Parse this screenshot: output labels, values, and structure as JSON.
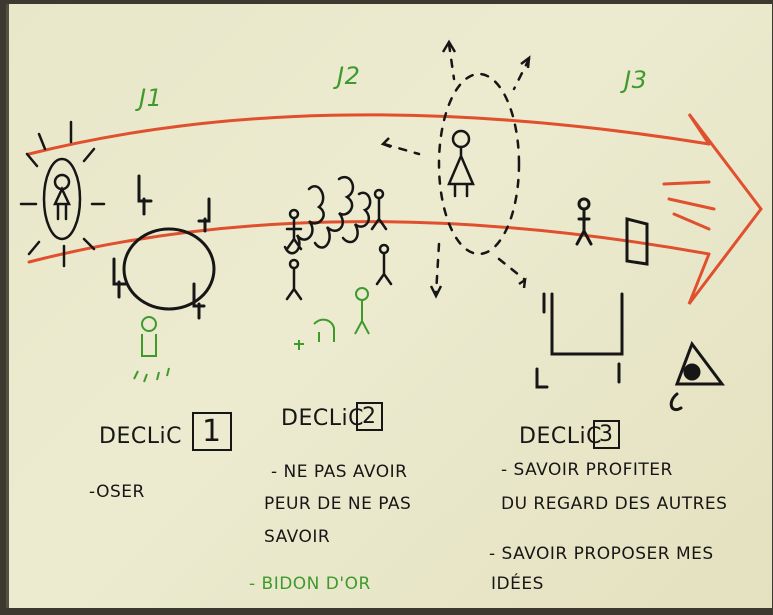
{
  "days": [
    "J1",
    "J2",
    "J3"
  ],
  "declics": [
    {
      "title": "DECLiC",
      "number": "1",
      "bullets": [
        "-OSER"
      ],
      "extra": ""
    },
    {
      "title": "DECLiC",
      "number": "2",
      "bullets": [
        "- NE PAS AVOIR",
        "PEUR DE NE PAS",
        "SAVOIR"
      ],
      "extra": "- BIDON D'OR"
    },
    {
      "title": "DECLiC",
      "number": "3",
      "bullets": [
        "- SAVOIR PROFITER",
        "DU REGARD DES AUTRES",
        "- SAVOIR PROPOSER MES",
        "IDÉES"
      ],
      "extra": ""
    }
  ],
  "colors": {
    "marker_black": "#161616",
    "marker_green": "#3f9a2d",
    "marker_red": "#e0502e",
    "paper": "#ecebd0"
  }
}
